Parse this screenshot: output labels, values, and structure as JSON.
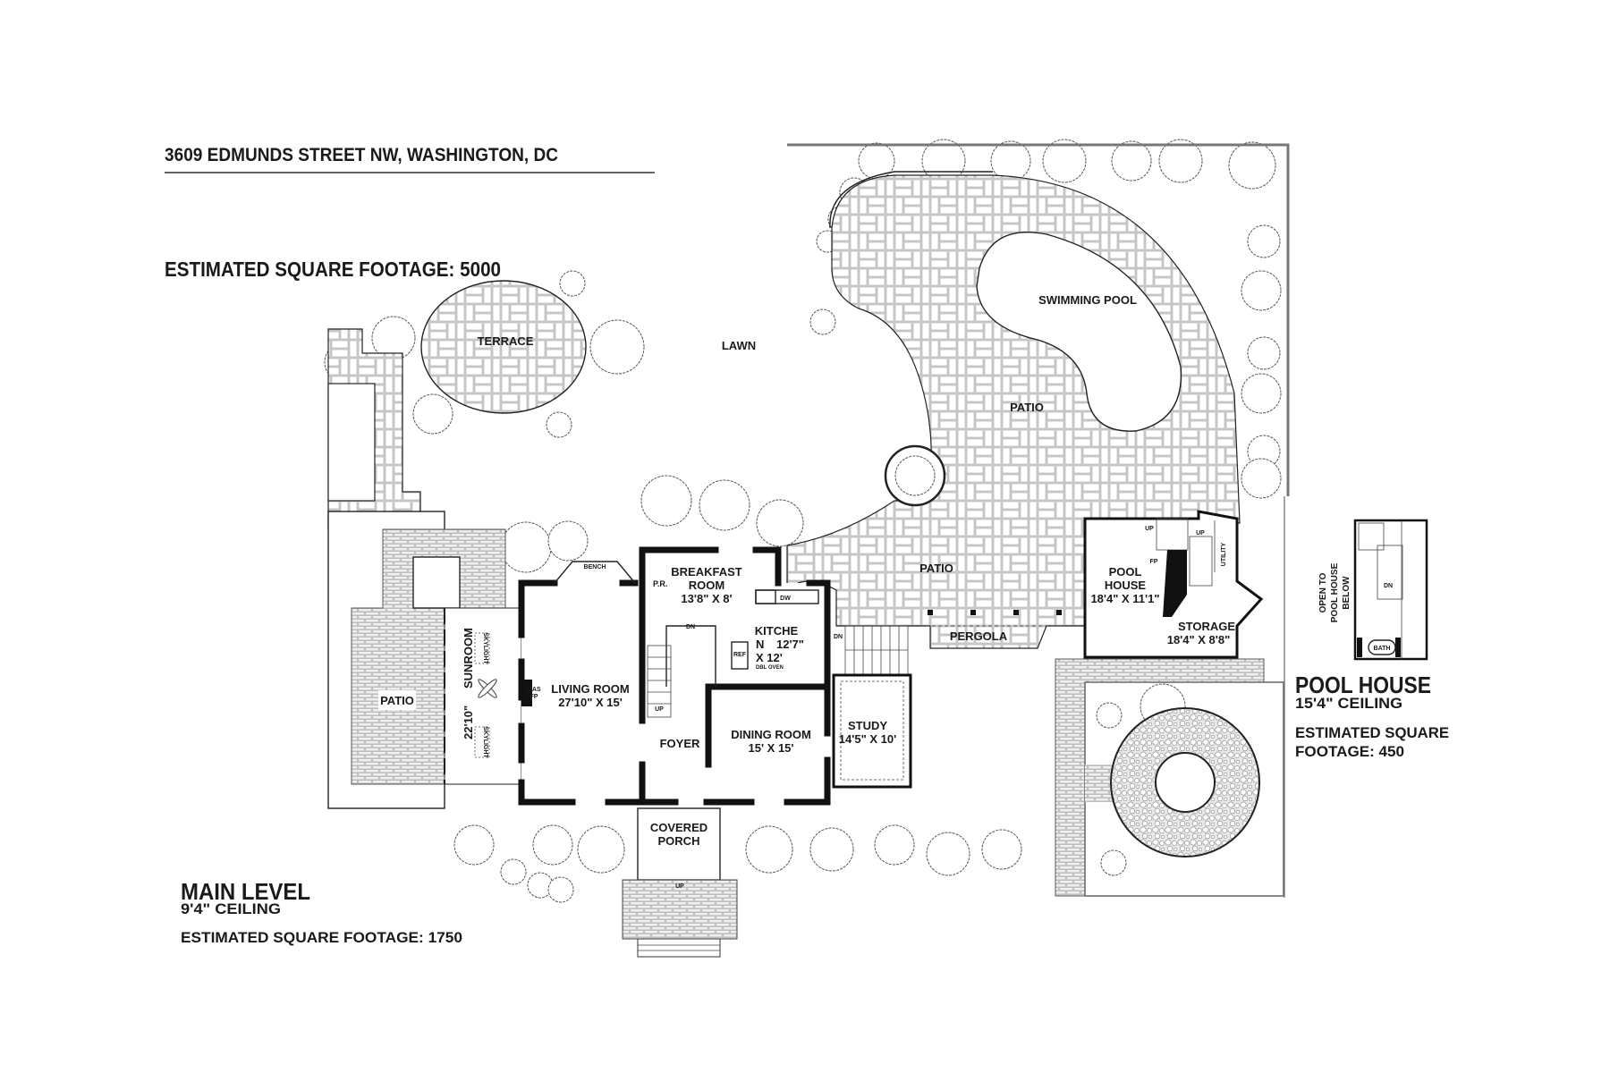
{
  "header": {
    "address": "3609 EDMUNDS STREET NW, WASHINGTON, DC",
    "total_sqft": "ESTIMATED SQUARE FOOTAGE: 5000"
  },
  "main_level": {
    "title": "MAIN LEVEL",
    "ceiling": "9'4\" CEILING",
    "sqft": "ESTIMATED SQUARE FOOTAGE: 1750"
  },
  "pool_house_info": {
    "title": "POOL HOUSE",
    "ceiling": "15'4\" CEILING",
    "sqft_line1": "ESTIMATED SQUARE",
    "sqft_line2": "FOOTAGE: 450"
  },
  "rooms": {
    "terrace": "TERRACE",
    "lawn": "LAWN",
    "swimming_pool": "SWIMMING POOL",
    "patio_pool": "PATIO",
    "patio_lower": "PATIO",
    "patio_left": "PATIO",
    "pergola": "PERGOLA",
    "breakfast": {
      "name1": "BREAKFAST",
      "name2": "ROOM",
      "dims": "13'8\" X 8'"
    },
    "kitchen": {
      "name1": "KITCHE",
      "name2": "N",
      "dims1": "12'7\"",
      "dims2": "X 12'"
    },
    "living": {
      "name": "LIVING ROOM",
      "dims": "27'10\" X 15'"
    },
    "foyer": "FOYER",
    "dining": {
      "name": "DINING ROOM",
      "dims": "15' X 15'"
    },
    "study": {
      "name": "STUDY",
      "dims": "14'5\" X 10'"
    },
    "sunroom": {
      "name": "SUNROOM",
      "dims": "22'10\""
    },
    "covered_porch": {
      "name1": "COVERED",
      "name2": "PORCH"
    },
    "pool_house": {
      "name1": "POOL",
      "name2": "HOUSE",
      "dims": "18'4\" X 11'1\""
    },
    "storage": {
      "name": "STORAGE",
      "dims": "18'4\" X 8'8\""
    },
    "open_below": {
      "line1": "OPEN TO",
      "line2": "POOL HOUSE",
      "line3": "BELOW"
    }
  },
  "labels": {
    "bench": "BENCH",
    "powder_room": "P.R.",
    "dn": "DN",
    "up": "UP",
    "ref": "REF",
    "dbl_oven": "DBL OVEN",
    "dw": "DW",
    "gas_fp_1": "GAS",
    "gas_fp_2": "FP",
    "skylight": "SKYLIGHT",
    "fp": "FP",
    "utility": "UTILITY",
    "bath": "BATH"
  }
}
